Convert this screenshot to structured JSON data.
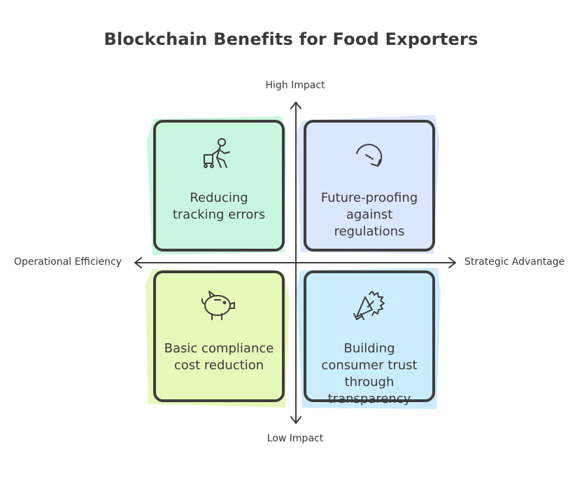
{
  "title": "Blockchain Benefits for Food Exporters",
  "axes": {
    "top": "High Impact",
    "bottom": "Low Impact",
    "left": "Operational Efficiency",
    "right": "Strategic Advantage"
  },
  "quadrants": {
    "top_left": {
      "label": "Reducing tracking errors",
      "icon": "person-pushing-cart-icon",
      "color": "#bff5d9"
    },
    "top_right": {
      "label": "Future-proofing against regulations",
      "icon": "circular-arrow-icon",
      "color": "#d9e5ff"
    },
    "bottom_left": {
      "label": "Basic compliance cost reduction",
      "icon": "piggy-bank-icon",
      "color": "#e4f9b5"
    },
    "bottom_right": {
      "label": "Building consumer trust through transparency",
      "icon": "megaphone-icon",
      "color": "#c7ecfd"
    }
  }
}
